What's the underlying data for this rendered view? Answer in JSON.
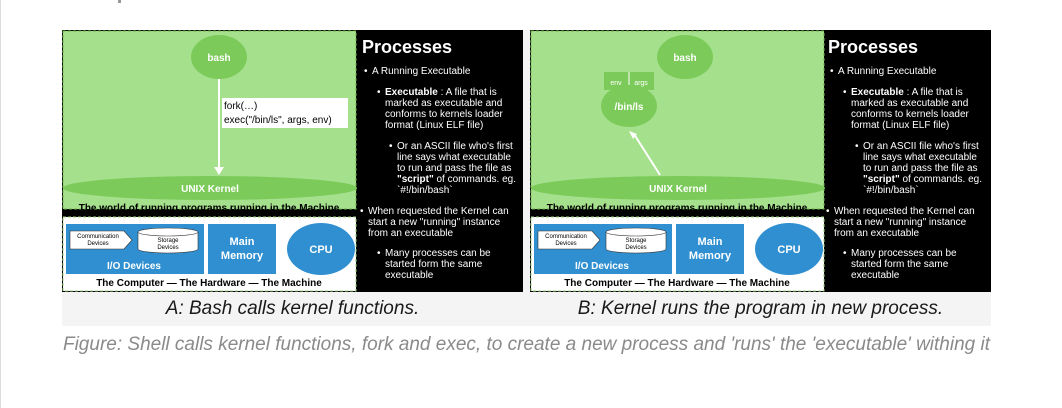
{
  "panels": [
    {
      "id": "a",
      "caption": "A: Bash calls kernel functions.",
      "bash_label": "bash",
      "kernel_label": "UNIX Kernel",
      "fork_line": "fork(…)",
      "exec_line": "exec(\"/bin/ls\", args, env)",
      "world_label": "The world of running programs running in the Machine",
      "io_comm": [
        "Communication",
        "Devices"
      ],
      "io_storage": [
        "Storage",
        "Devices"
      ],
      "io_label": "I/O Devices",
      "main_memory": [
        "Main",
        "Memory"
      ],
      "cpu": "CPU",
      "hardware_label": "The Computer — The Hardware — The Machine",
      "processes_title": "Processes",
      "bullet1": "A Running Executable",
      "executable_term": "Executable",
      "executable_lines": [
        " : A file that is",
        "marked as executable and",
        "conforms to kernels loader",
        "format (Linux ELF file)"
      ],
      "ascii_lines": [
        "Or an ASCII file who's first",
        "line says what executable",
        "to run and pass the file as"
      ],
      "script_term": "\"script\"",
      "script_rest": " of commands. eg.",
      "shebang": "`#!/bin/bash`",
      "kernel_req_lines": [
        "When requested the Kernel can",
        "start a new \"running\" instance",
        "from an executable"
      ],
      "many_lines": [
        "Many processes can be",
        "started form the same",
        "executable"
      ]
    },
    {
      "id": "b",
      "caption": "B: Kernel runs the program in new process.",
      "bash_label": "bash",
      "kernel_label": "UNIX Kernel",
      "env_label": "env",
      "args_label": "args",
      "ls_label": "/bin/ls",
      "world_label": "The world of running programs running in the Machine",
      "io_comm": [
        "Communication",
        "Devices"
      ],
      "io_storage": [
        "Storage",
        "Devices"
      ],
      "io_label": "I/O Devices",
      "main_memory": [
        "Main",
        "Memory"
      ],
      "cpu": "CPU",
      "hardware_label": "The Computer — The Hardware — The Machine",
      "processes_title": "Processes",
      "bullet1": "A Running Executable",
      "executable_term": "Executable",
      "executable_lines": [
        " : A file that is",
        "marked as executable and",
        "conforms to kernels loader",
        "format (Linux ELF file)"
      ],
      "ascii_lines": [
        "Or an ASCII file who's first",
        "line says what executable",
        "to run and pass the file as"
      ],
      "script_term": "\"script\"",
      "script_rest": " of commands. eg.",
      "shebang": "`#!/bin/bash`",
      "kernel_req_lines": [
        "When requested the Kernel can",
        "start a new \"running\" instance",
        "from an executable"
      ],
      "many_lines": [
        "Many processes can be",
        "started form the same",
        "executable"
      ]
    }
  ],
  "figure_caption": "Figure: Shell calls kernel functions, fork and exec, to create a new process and 'runs' the 'executable' withing it",
  "colors": {
    "green_bg": "#a5e08c",
    "green_oval": "#7ccb5a",
    "blue_box": "#2f8fd0",
    "blue_light": "#7fb9e6",
    "panel_black": "#000000"
  }
}
